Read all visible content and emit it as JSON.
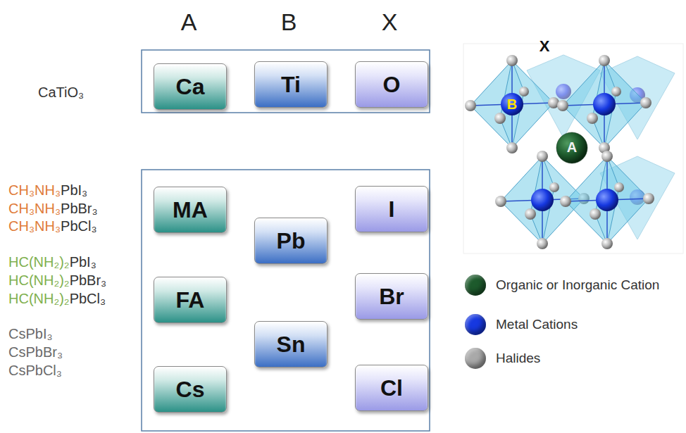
{
  "diagram": {
    "nodes": [
      {
        "text": [
          "Ca"
        ]
      },
      {
        "text": [
          "Ti"
        ]
      },
      {
        "text": [
          "O"
        ]
      },
      {
        "text": [
          "MA"
        ]
      },
      {
        "text": [
          "Pb"
        ]
      },
      {
        "text": [
          "I"
        ]
      },
      {
        "text": [
          "FA"
        ]
      },
      {
        "text": [
          "Br"
        ]
      },
      {
        "text": [
          "Sn"
        ]
      },
      {
        "text": [
          "Cs"
        ]
      },
      {
        "text": [
          "Cl"
        ]
      }
    ],
    "labels": [
      "A",
      "B",
      "X",
      "CaTiO₃",
      "CH₃NH₃",
      "PbI₃",
      "CH₃NH₃",
      "PbBr₃",
      "CH₃NH₃",
      "PbCl₃",
      "HC(NH₂)₂",
      "PbI₃",
      "HC(NH₂)₂",
      "PbBr₃",
      "HC(NH₂)₂",
      "PbCl₃",
      "Cs",
      "PbI₃",
      "Cs",
      "PbBr₃",
      "Cs",
      "PbCl₃",
      "X",
      "B",
      "A"
    ],
    "legend": [
      {
        "text": "Organic or Inorganic Cation",
        "color": "#1d5a2c"
      },
      {
        "text": "Metal Cations",
        "color": "#1638e0"
      },
      {
        "text": "Halides",
        "color": "#a9a9a9"
      }
    ]
  }
}
